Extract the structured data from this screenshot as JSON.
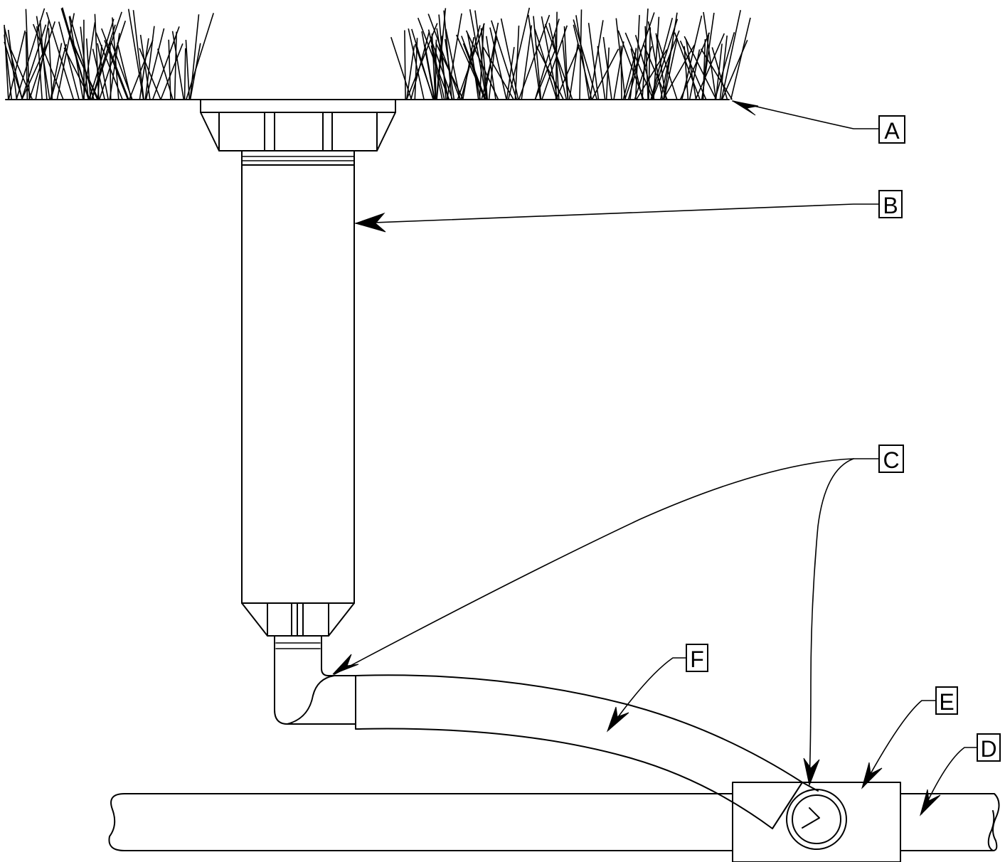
{
  "callouts": {
    "A": {
      "label": "A"
    },
    "B": {
      "label": "B"
    },
    "C": {
      "label": "C"
    },
    "D": {
      "label": "D"
    },
    "E": {
      "label": "E"
    },
    "F": {
      "label": "F"
    }
  },
  "colors": {
    "line": "#000000",
    "background": "#ffffff"
  }
}
